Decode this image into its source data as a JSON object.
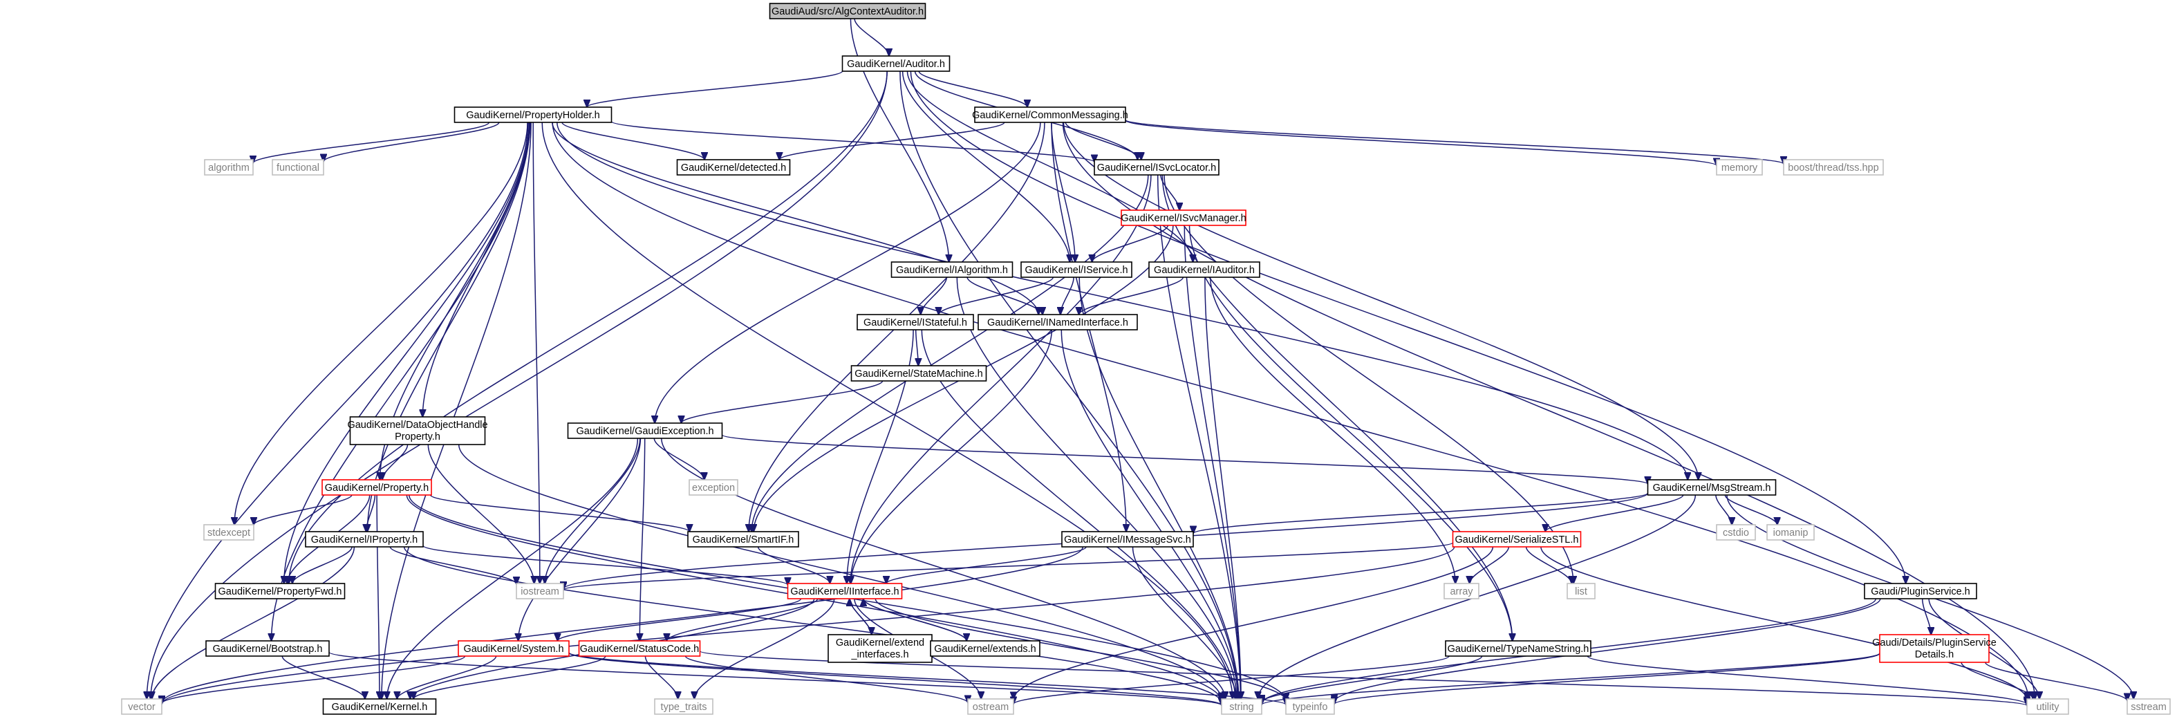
{
  "colors": {
    "edge": "#191970",
    "border_normal": "#000000",
    "border_truncated": "#ff0000",
    "border_external": "#bfbfbf",
    "fill_normal": "#ffffff",
    "fill_root": "#bfbfbf",
    "text_normal": "#000000",
    "text_external": "#808080"
  },
  "nodes": [
    {
      "id": "root",
      "label": "GaudiAud/src/AlgContextAuditor.h",
      "kind": "root"
    },
    {
      "id": "auditor",
      "label": "GaudiKernel/Auditor.h",
      "kind": "normal"
    },
    {
      "id": "propholder",
      "label": "GaudiKernel/PropertyHolder.h",
      "kind": "normal"
    },
    {
      "id": "commonmsg",
      "label": "GaudiKernel/CommonMessaging.h",
      "kind": "normal"
    },
    {
      "id": "algorithm",
      "label": "algorithm",
      "kind": "external"
    },
    {
      "id": "functional",
      "label": "functional",
      "kind": "external"
    },
    {
      "id": "detected",
      "label": "GaudiKernel/detected.h",
      "kind": "normal"
    },
    {
      "id": "isvclocator",
      "label": "GaudiKernel/ISvcLocator.h",
      "kind": "normal"
    },
    {
      "id": "memory",
      "label": "memory",
      "kind": "external"
    },
    {
      "id": "threadtss",
      "label": "boost/thread/tss.hpp",
      "kind": "external"
    },
    {
      "id": "isvcmanager",
      "label": "GaudiKernel/ISvcManager.h",
      "kind": "truncated"
    },
    {
      "id": "ialgorithm",
      "label": "GaudiKernel/IAlgorithm.h",
      "kind": "normal"
    },
    {
      "id": "iservice",
      "label": "GaudiKernel/IService.h",
      "kind": "normal"
    },
    {
      "id": "iauditor",
      "label": "GaudiKernel/IAuditor.h",
      "kind": "normal"
    },
    {
      "id": "inamed",
      "label": "GaudiKernel/INamedInterface.h",
      "kind": "normal"
    },
    {
      "id": "istateful",
      "label": "GaudiKernel/IStateful.h",
      "kind": "normal"
    },
    {
      "id": "statemachine",
      "label": "GaudiKernel/StateMachine.h",
      "kind": "normal"
    },
    {
      "id": "dataobj",
      "label": "GaudiKernel/DataObjectHandle",
      "label2": "Property.h",
      "kind": "normal"
    },
    {
      "id": "gaudiexc",
      "label": "GaudiKernel/GaudiException.h",
      "kind": "normal"
    },
    {
      "id": "exception",
      "label": "exception",
      "kind": "external"
    },
    {
      "id": "property",
      "label": "GaudiKernel/Property.h",
      "kind": "truncated"
    },
    {
      "id": "msgstream",
      "label": "GaudiKernel/MsgStream.h",
      "kind": "normal"
    },
    {
      "id": "stdexcept",
      "label": "stdexcept",
      "kind": "external"
    },
    {
      "id": "smartif",
      "label": "GaudiKernel/SmartIF.h",
      "kind": "normal"
    },
    {
      "id": "imessagesvc",
      "label": "GaudiKernel/IMessageSvc.h",
      "kind": "normal"
    },
    {
      "id": "serialize",
      "label": "GaudiKernel/SerializeSTL.h",
      "kind": "truncated"
    },
    {
      "id": "cstdio",
      "label": "cstdio",
      "kind": "external"
    },
    {
      "id": "iomanip",
      "label": "iomanip",
      "kind": "external"
    },
    {
      "id": "iproperty",
      "label": "GaudiKernel/IProperty.h",
      "kind": "normal"
    },
    {
      "id": "iostream",
      "label": "iostream",
      "kind": "external"
    },
    {
      "id": "array",
      "label": "array",
      "kind": "external"
    },
    {
      "id": "list",
      "label": "list",
      "kind": "external"
    },
    {
      "id": "propfwd",
      "label": "GaudiKernel/PropertyFwd.h",
      "kind": "normal"
    },
    {
      "id": "iinterface",
      "label": "GaudiKernel/IInterface.h",
      "kind": "truncated"
    },
    {
      "id": "pluginsvc",
      "label": "Gaudi/PluginService.h",
      "kind": "normal"
    },
    {
      "id": "bootstrap",
      "label": "GaudiKernel/Bootstrap.h",
      "kind": "normal"
    },
    {
      "id": "system",
      "label": "GaudiKernel/System.h",
      "kind": "truncated"
    },
    {
      "id": "statuscode",
      "label": "GaudiKernel/StatusCode.h",
      "kind": "truncated"
    },
    {
      "id": "extendif",
      "label": "GaudiKernel/extend",
      "label2": "_interfaces.h",
      "kind": "normal"
    },
    {
      "id": "extends",
      "label": "GaudiKernel/extends.h",
      "kind": "normal"
    },
    {
      "id": "typename",
      "label": "GaudiKernel/TypeNameString.h",
      "kind": "normal"
    },
    {
      "id": "plugindet",
      "label": "Gaudi/Details/PluginService",
      "label2": "Details.h",
      "kind": "truncated"
    },
    {
      "id": "vector",
      "label": "vector",
      "kind": "external"
    },
    {
      "id": "kernel",
      "label": "GaudiKernel/Kernel.h",
      "kind": "normal"
    },
    {
      "id": "typetraits",
      "label": "type_traits",
      "kind": "external"
    },
    {
      "id": "ostream",
      "label": "ostream",
      "kind": "external"
    },
    {
      "id": "string",
      "label": "string",
      "kind": "external"
    },
    {
      "id": "typeinfo",
      "label": "typeinfo",
      "kind": "external"
    },
    {
      "id": "utility",
      "label": "utility",
      "kind": "external"
    },
    {
      "id": "sstream",
      "label": "sstream",
      "kind": "external"
    }
  ],
  "edges": [
    [
      "root",
      "auditor"
    ],
    [
      "root",
      "ialgorithm"
    ],
    [
      "auditor",
      "propholder"
    ],
    [
      "auditor",
      "commonmsg"
    ],
    [
      "auditor",
      "isvclocator"
    ],
    [
      "auditor",
      "iservice"
    ],
    [
      "auditor",
      "iauditor"
    ],
    [
      "auditor",
      "pluginsvc"
    ],
    [
      "auditor",
      "string"
    ],
    [
      "auditor",
      "vector"
    ],
    [
      "auditor",
      "propfwd"
    ],
    [
      "propholder",
      "algorithm"
    ],
    [
      "propholder",
      "functional"
    ],
    [
      "propholder",
      "detected"
    ],
    [
      "propholder",
      "isvclocator"
    ],
    [
      "propholder",
      "inamed"
    ],
    [
      "propholder",
      "dataobj"
    ],
    [
      "propholder",
      "property"
    ],
    [
      "propholder",
      "iproperty"
    ],
    [
      "propholder",
      "msgstream"
    ],
    [
      "propholder",
      "stdexcept"
    ],
    [
      "propholder",
      "iostream"
    ],
    [
      "propholder",
      "vector"
    ],
    [
      "propholder",
      "kernel"
    ],
    [
      "propholder",
      "bootstrap"
    ],
    [
      "propholder",
      "string"
    ],
    [
      "propholder",
      "utility"
    ],
    [
      "propholder",
      "propfwd"
    ],
    [
      "commonmsg",
      "detected"
    ],
    [
      "commonmsg",
      "isvclocator"
    ],
    [
      "commonmsg",
      "iservice"
    ],
    [
      "commonmsg",
      "memory"
    ],
    [
      "commonmsg",
      "threadtss"
    ],
    [
      "commonmsg",
      "gaudiexc"
    ],
    [
      "commonmsg",
      "smartif"
    ],
    [
      "commonmsg",
      "imessagesvc"
    ],
    [
      "commonmsg",
      "msgstream"
    ],
    [
      "commonmsg",
      "utility"
    ],
    [
      "isvclocator",
      "isvcmanager"
    ],
    [
      "isvclocator",
      "iinterface"
    ],
    [
      "isvclocator",
      "smartif"
    ],
    [
      "isvclocator",
      "string"
    ],
    [
      "isvclocator",
      "list"
    ],
    [
      "isvclocator",
      "typename"
    ],
    [
      "isvcmanager",
      "iservice"
    ],
    [
      "isvcmanager",
      "smartif"
    ],
    [
      "isvcmanager",
      "string"
    ],
    [
      "isvcmanager",
      "typename"
    ],
    [
      "ialgorithm",
      "inamed"
    ],
    [
      "ialgorithm",
      "istateful"
    ],
    [
      "ialgorithm",
      "string"
    ],
    [
      "iservice",
      "inamed"
    ],
    [
      "iservice",
      "istateful"
    ],
    [
      "iservice",
      "string"
    ],
    [
      "iauditor",
      "inamed"
    ],
    [
      "iauditor",
      "string"
    ],
    [
      "iauditor",
      "array"
    ],
    [
      "inamed",
      "iinterface"
    ],
    [
      "inamed",
      "string"
    ],
    [
      "istateful",
      "statemachine"
    ],
    [
      "istateful",
      "iinterface"
    ],
    [
      "istateful",
      "string"
    ],
    [
      "statemachine",
      "gaudiexc"
    ],
    [
      "dataobj",
      "property"
    ],
    [
      "dataobj",
      "iostream"
    ],
    [
      "dataobj",
      "string"
    ],
    [
      "gaudiexc",
      "exception"
    ],
    [
      "gaudiexc",
      "iostream"
    ],
    [
      "gaudiexc",
      "system"
    ],
    [
      "gaudiexc",
      "statuscode"
    ],
    [
      "gaudiexc",
      "kernel"
    ],
    [
      "gaudiexc",
      "msgstream"
    ],
    [
      "gaudiexc",
      "string"
    ],
    [
      "property",
      "iproperty"
    ],
    [
      "property",
      "smartif"
    ],
    [
      "property",
      "stdexcept"
    ],
    [
      "property",
      "propfwd"
    ],
    [
      "property",
      "string"
    ],
    [
      "property",
      "kernel"
    ],
    [
      "property",
      "typeinfo"
    ],
    [
      "msgstream",
      "imessagesvc"
    ],
    [
      "msgstream",
      "serialize"
    ],
    [
      "msgstream",
      "cstdio"
    ],
    [
      "msgstream",
      "iomanip"
    ],
    [
      "msgstream",
      "string"
    ],
    [
      "msgstream",
      "iostream"
    ],
    [
      "msgstream",
      "sstream"
    ],
    [
      "smartif",
      "iinterface"
    ],
    [
      "imessagesvc",
      "iinterface"
    ],
    [
      "imessagesvc",
      "string"
    ],
    [
      "imessagesvc",
      "vector"
    ],
    [
      "serialize",
      "array"
    ],
    [
      "serialize",
      "list"
    ],
    [
      "serialize",
      "ostream"
    ],
    [
      "serialize",
      "iostream"
    ],
    [
      "serialize",
      "utility"
    ],
    [
      "serialize",
      "vector"
    ],
    [
      "iproperty",
      "iinterface"
    ],
    [
      "iproperty",
      "propfwd"
    ],
    [
      "iproperty",
      "iostream"
    ],
    [
      "iproperty",
      "string"
    ],
    [
      "iproperty",
      "vector"
    ],
    [
      "iinterface",
      "system"
    ],
    [
      "iinterface",
      "statuscode"
    ],
    [
      "iinterface",
      "extendif"
    ],
    [
      "iinterface",
      "extends"
    ],
    [
      "iinterface",
      "ostream"
    ],
    [
      "iinterface",
      "typetraits"
    ],
    [
      "iinterface",
      "typeinfo"
    ],
    [
      "iinterface",
      "kernel"
    ],
    [
      "extendif",
      "iinterface"
    ],
    [
      "extends",
      "iinterface"
    ],
    [
      "pluginsvc",
      "plugindet"
    ],
    [
      "pluginsvc",
      "string"
    ],
    [
      "pluginsvc",
      "utility"
    ],
    [
      "pluginsvc",
      "typeinfo"
    ],
    [
      "bootstrap",
      "kernel"
    ],
    [
      "bootstrap",
      "string"
    ],
    [
      "system",
      "kernel"
    ],
    [
      "system",
      "string"
    ],
    [
      "system",
      "vector"
    ],
    [
      "system",
      "typeinfo"
    ],
    [
      "statuscode",
      "kernel"
    ],
    [
      "statuscode",
      "ostream"
    ],
    [
      "statuscode",
      "typetraits"
    ],
    [
      "statuscode",
      "utility"
    ],
    [
      "typename",
      "string"
    ],
    [
      "typename",
      "ostream"
    ],
    [
      "typename",
      "utility"
    ],
    [
      "plugindet",
      "string"
    ],
    [
      "plugindet",
      "sstream"
    ],
    [
      "plugindet",
      "typeinfo"
    ],
    [
      "plugindet",
      "utility"
    ]
  ]
}
